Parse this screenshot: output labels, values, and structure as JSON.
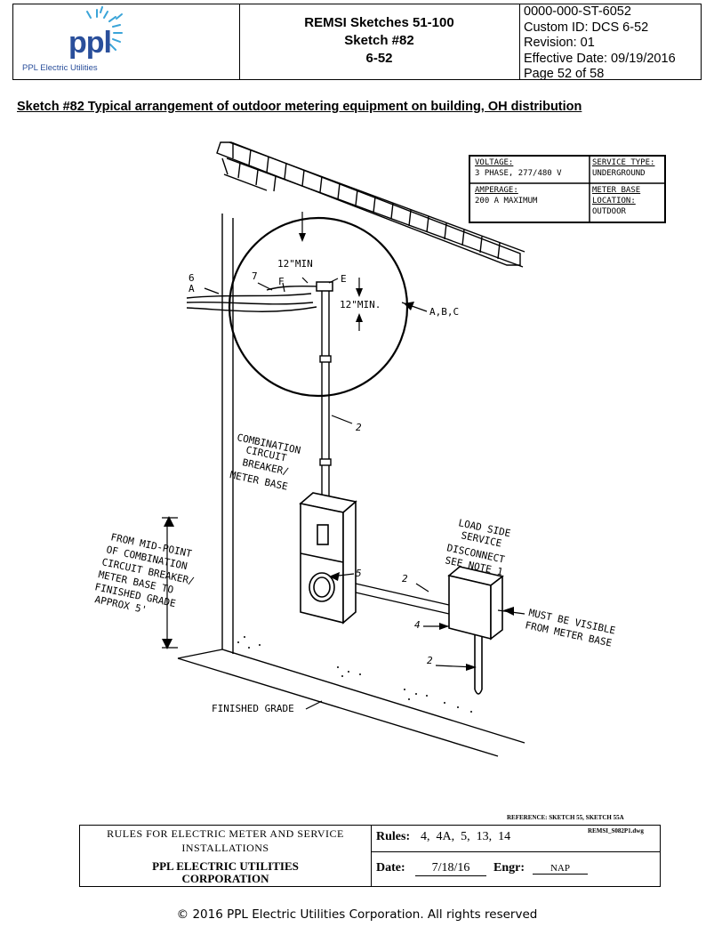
{
  "header": {
    "logo_text": "ppl",
    "logo_subtitle": "PPL Electric Utilities",
    "title_line1": "REMSI Sketches 51-100",
    "title_line2": "Sketch #82",
    "title_line3": "6-52",
    "doc_number": "0000-000-ST-6052",
    "custom_id": "Custom ID:  DCS 6-52",
    "revision": "Revision: 01",
    "effective_date": "Effective Date:  09/19/2016",
    "page": "Page 52 of 58"
  },
  "sketch_title": "Sketch #82 Typical arrangement of outdoor metering equipment on building, OH distribution",
  "spec_table": {
    "voltage_label": "VOLTAGE:",
    "voltage_value": "3 PHASE, 277/480 V",
    "service_type_label": "SERVICE TYPE:",
    "service_type_value": "UNDERGROUND",
    "amperage_label": "AMPERAGE:",
    "amperage_value": "200 A MAXIMUM",
    "meter_base_label1": "METER BASE",
    "meter_base_label2": "LOCATION:",
    "meter_base_value": "OUTDOOR"
  },
  "drawing_labels": {
    "clearance_top": "12\"MIN",
    "clearance_right": "12\"MIN.",
    "label_6": "6",
    "label_a": "A",
    "label_7": "7",
    "label_f": "F",
    "label_e": "E",
    "label_abc": "A,B,C",
    "label_2a": "2",
    "label_2b": "2",
    "label_2c": "2",
    "label_4": "4",
    "label_5": "5",
    "combo_line1": "COMBINATION",
    "combo_line2": "CIRCUIT",
    "combo_line3": "BREAKER/",
    "combo_line4": "METER BASE",
    "load_line1": "LOAD SIDE",
    "load_line2": "SERVICE",
    "load_line3": "DISCONNECT",
    "load_line4": "SEE NOTE 1",
    "from_line1": "FROM MID-POINT",
    "from_line2": "OF COMBINATION",
    "from_line3": "CIRCUIT BREAKER/",
    "from_line4": "METER BASE TO",
    "from_line5": "FINISHED GRADE",
    "from_line6": "APPROX 5'",
    "visible_line1": "MUST BE VISIBLE",
    "visible_line2": "FROM METER BASE",
    "finished_grade": "FINISHED GRADE"
  },
  "title_block": {
    "reference": "REFERENCE:  SKETCH 55, SKETCH 55A",
    "rules_line1": "RULES FOR ELECTRIC METER AND SERVICE",
    "rules_line2": "INSTALLATIONS",
    "company_line1": "PPL ELECTRIC UTILITIES",
    "company_line2": "CORPORATION",
    "rules_label": "Rules:",
    "rules_value": "4,  4A,  5,  13,  14",
    "dwg": "REMSI_S082P1.dwg",
    "date_label": "Date:",
    "date_value": "7/18/16",
    "engr_label": "Engr:",
    "engr_value": "NAP"
  },
  "footer": "© 2016 PPL Electric Utilities Corporation. All rights reserved",
  "colors": {
    "logo_blue": "#2a4f9b",
    "logo_cyan": "#3aa4d8"
  }
}
